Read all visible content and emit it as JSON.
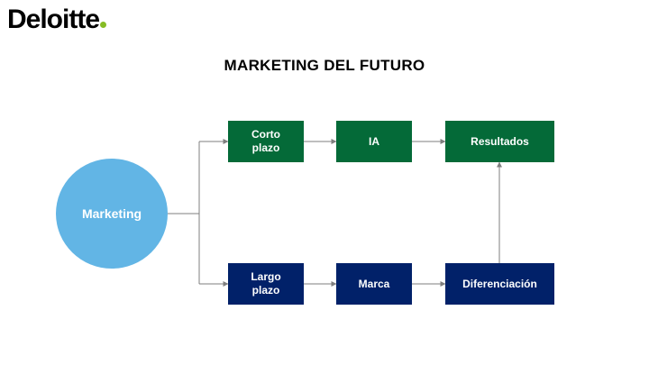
{
  "brand": {
    "name": "Deloitte",
    "dot_color": "#86BC25"
  },
  "title": "MARKETING DEL FUTURO",
  "colors": {
    "circle": "#62B5E5",
    "green": "#046A38",
    "navy": "#012169",
    "line": "#7F7F7F"
  },
  "diagram": {
    "center": "Marketing",
    "top_row": {
      "start_line1": "Corto",
      "start_line2": "plazo",
      "middle": "IA",
      "end": "Resultados"
    },
    "bottom_row": {
      "start_line1": "Largo",
      "start_line2": "plazo",
      "middle": "Marca",
      "end": "Diferenciación"
    }
  }
}
